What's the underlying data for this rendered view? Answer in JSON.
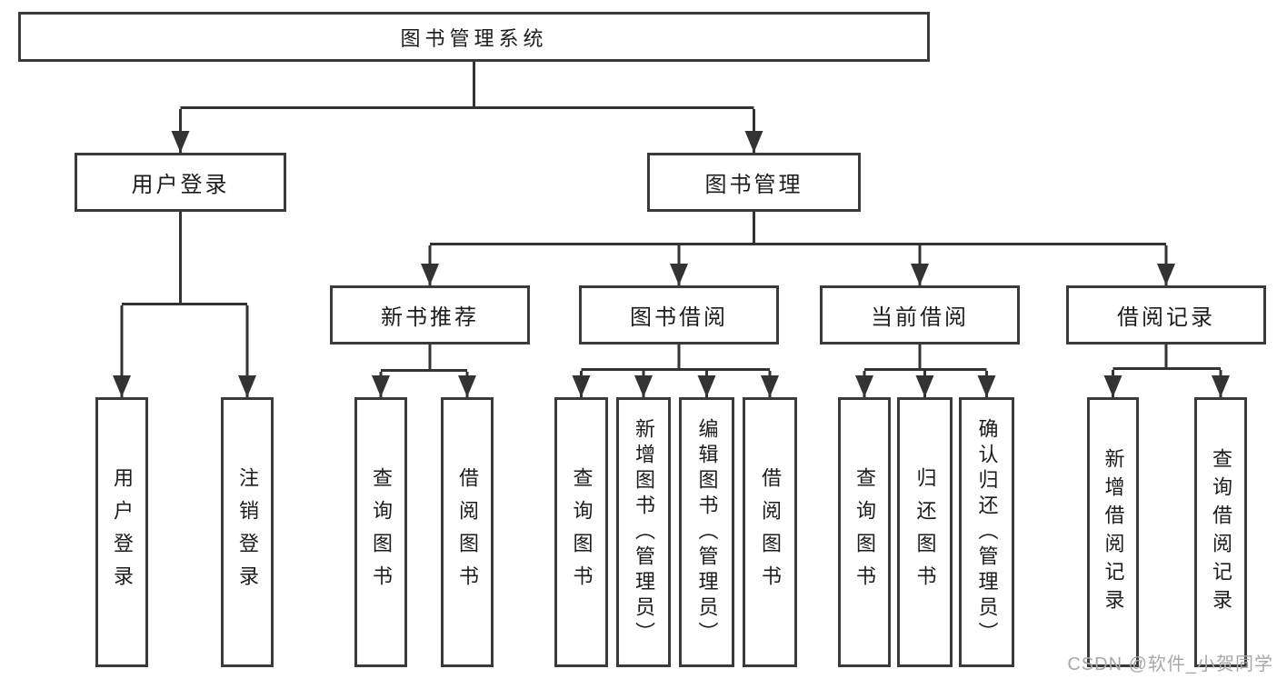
{
  "diagram": {
    "type": "tree",
    "colors": {
      "background": "#ffffff",
      "box_border": "#3a3a3a",
      "connector_line": "#333333",
      "text": "#1c1c1c",
      "watermark_text": "#a8a8a8"
    },
    "title_box": {
      "label": "图书管理系统"
    },
    "branches": [
      {
        "label": "用户登录",
        "children": [
          {
            "label": "用户登录"
          },
          {
            "label": "注销登录"
          }
        ]
      },
      {
        "label": "图书管理",
        "children": [
          {
            "label": "新书推荐",
            "children": [
              {
                "label": "查询图书"
              },
              {
                "label": "借阅图书"
              }
            ]
          },
          {
            "label": "图书借阅",
            "children": [
              {
                "label": "查询图书"
              },
              {
                "label": "新增图书（管理员）"
              },
              {
                "label": "编辑图书（管理员）"
              },
              {
                "label": "借阅图书"
              }
            ]
          },
          {
            "label": "当前借阅",
            "children": [
              {
                "label": "查询图书"
              },
              {
                "label": "归还图书"
              },
              {
                "label": "确认归还（管理员）"
              }
            ]
          },
          {
            "label": "借阅记录",
            "children": [
              {
                "label": "新增借阅记录"
              },
              {
                "label": "查询借阅记录"
              }
            ]
          }
        ]
      }
    ],
    "watermark": "CSDN @软件_小贺同学"
  }
}
